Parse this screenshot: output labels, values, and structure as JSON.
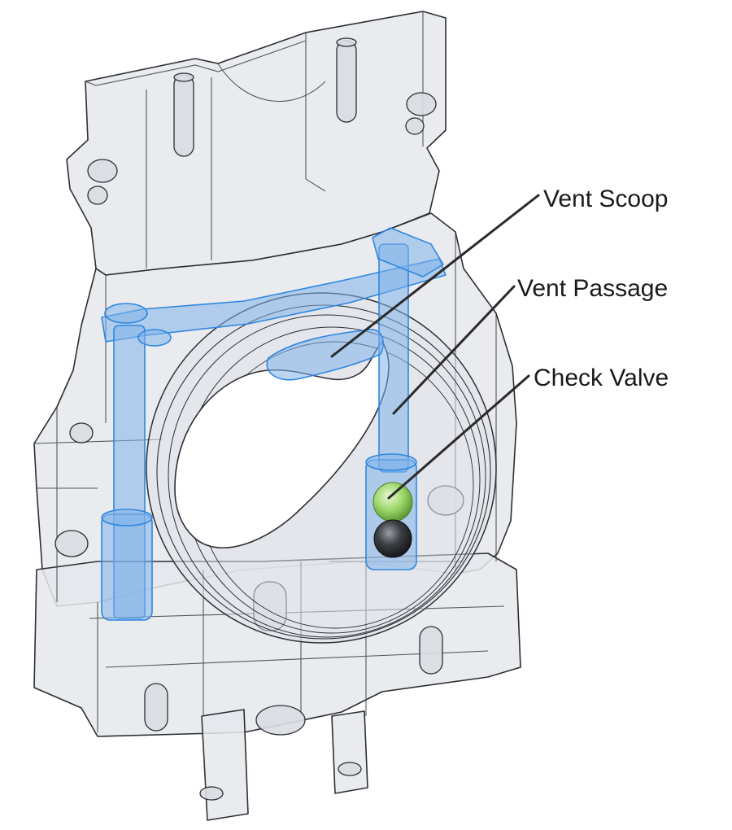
{
  "callouts": [
    {
      "id": "vent-scoop",
      "label": "Vent Scoop"
    },
    {
      "id": "vent-passage",
      "label": "Vent Passage"
    },
    {
      "id": "check-valve",
      "label": "Check Valve"
    }
  ],
  "colors": {
    "body_fill": "#e9ebef",
    "body_stroke": "#2b2e33",
    "passage_fill": "#7fb3ea",
    "passage_stroke": "#2f86e0",
    "ball_green": "#9ed86a",
    "ball_dark": "#3a3d42",
    "leader": "#2a2a2a"
  }
}
